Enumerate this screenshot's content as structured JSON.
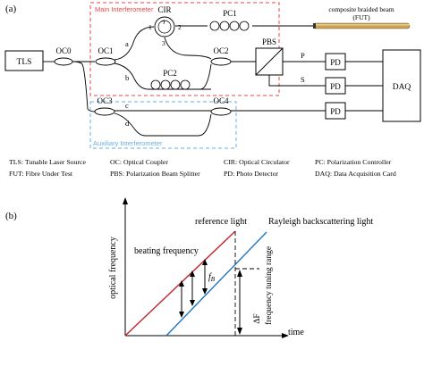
{
  "panel_a": {
    "label": "(a)",
    "main_interferometer_label": "Main Interferometer",
    "auxiliary_interferometer_label": "Auxiliary Interferometer",
    "fut_label_line1": "composite braided beam",
    "fut_label_line2": "(FUT)",
    "blocks": {
      "tls": "TLS",
      "oc0": "OC0",
      "oc1": "OC1",
      "oc2": "OC2",
      "oc3": "OC3",
      "oc4": "OC4",
      "cir": "CIR",
      "pc1": "PC1",
      "pc2": "PC2",
      "pbs": "PBS",
      "pd1": "PD",
      "pd2": "PD",
      "pd3": "PD",
      "daq": "DAQ"
    },
    "port_labels": {
      "a": "a",
      "b": "b",
      "c": "c",
      "d": "d",
      "p": "P",
      "s": "S",
      "cir1": "1",
      "cir2": "2",
      "cir3": "3"
    },
    "legend": [
      "TLS: Tunable Laser Source",
      "OC: Optical Coupler",
      "CIR: Optical Circulator",
      "PC: Polarization Controller",
      "FUT: Fibre Under Test",
      "PBS: Polarization Beam Splitter",
      "PD: Photo Detector",
      "DAQ: Data Acquisition Card"
    ]
  },
  "panel_b": {
    "label": "(b)",
    "y_axis_label": "optical frequency",
    "x_axis_label": "time",
    "reference_light": "reference light",
    "rayleigh_light": "Rayleigh backscattering light",
    "beating_frequency": "beating frequency",
    "fb_main": "f",
    "fb_sub": "B",
    "delta_f": "ΔF",
    "tuning_range": "frequency tuning range"
  },
  "colors": {
    "main_interferometer": "#e8474a",
    "auxiliary_interferometer": "#6aaee6",
    "reference_line": "#c0282a",
    "rayleigh_line": "#1f76c2",
    "fut_beam": "#c8a35a"
  }
}
